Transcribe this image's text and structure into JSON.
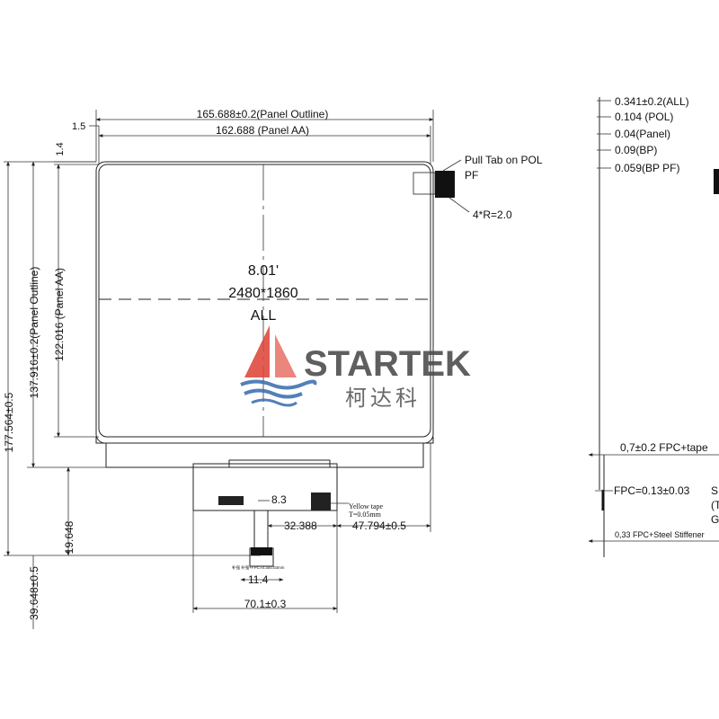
{
  "top_dims": {
    "outline_width": "165.688±0.2(Panel Outline)",
    "aa_width": "162.688  (Panel AA)",
    "left_offset": "1.5",
    "top_offset": "1.4"
  },
  "left_dims": {
    "total_height": "177.564±0.5",
    "outline_height": "137.916±0.2(Panel Outline)",
    "aa_height": "122.016  (Panel AA)",
    "fpc_offset": "19.648",
    "fpc_length": "39.648±0.5"
  },
  "pull_tab": {
    "line1": "Pull Tab on POL",
    "line2": "PF",
    "corner_radius": "4*R=2.0"
  },
  "center_label": {
    "size": "8.01'",
    "resolution": "2480*1860",
    "note": "ALL"
  },
  "watermark": {
    "brand": "STARTEK",
    "brand_chinese": "柯达科",
    "red_color": "#e0463a",
    "blue_color": "#3b6fb0"
  },
  "fpc_dims": {
    "conn_width": "8.3",
    "yellow_tape_line1": "Yellow tape",
    "yellow_tape_line2": "T=0.05mm",
    "offset_a": "32.388",
    "offset_b": "47.794±0.5",
    "small_note": "补强 补强+FPC=0.3±0.03mm",
    "stiffener_width": "11.4",
    "fpc_width": "70.1±0.3"
  },
  "side_view": {
    "t_all": "0.341±0.2(ALL)",
    "t_pol": "0.104  (POL)",
    "t_panel": "0.04(Panel)",
    "t_bp": "0.09(BP)",
    "t_bppf": "0.059(BP PF)",
    "fpc_tape": "0,7±0.2 FPC+tape",
    "fpc_thickness": "FPC=0.13±0.03",
    "cut_1": "S",
    "cut_2": "(T",
    "cut_3": "G",
    "fpc_stiffener": "0,33 FPC+Steel Stiffener"
  }
}
